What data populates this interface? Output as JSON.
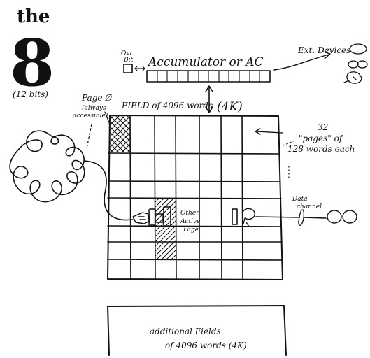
{
  "title": {
    "word": "the",
    "numeral": "8",
    "subtitle": "(12 bits)"
  },
  "link_bit": {
    "label_line1": "Ovi",
    "label_line2": "Bit"
  },
  "accumulator": {
    "label": "Accumulator or AC"
  },
  "ext_devices": {
    "label": "Ext. Devices"
  },
  "page_zero": {
    "line1": "Page Ø",
    "line2": "(always",
    "line3": "accessible)"
  },
  "field": {
    "label": "FIELD of 4096 words",
    "size": "(4K)"
  },
  "pages_note": {
    "line1": "32",
    "line2": "\"pages\" of",
    "line3": "128 words each"
  },
  "active_page": {
    "line1": "Other",
    "line2": "Active",
    "line3": "Page"
  },
  "data_channel": {
    "line1": "Data",
    "line2": "channel"
  },
  "additional_fields": {
    "line1": "additional Fields",
    "line2": "of 4096 words (4K)"
  }
}
